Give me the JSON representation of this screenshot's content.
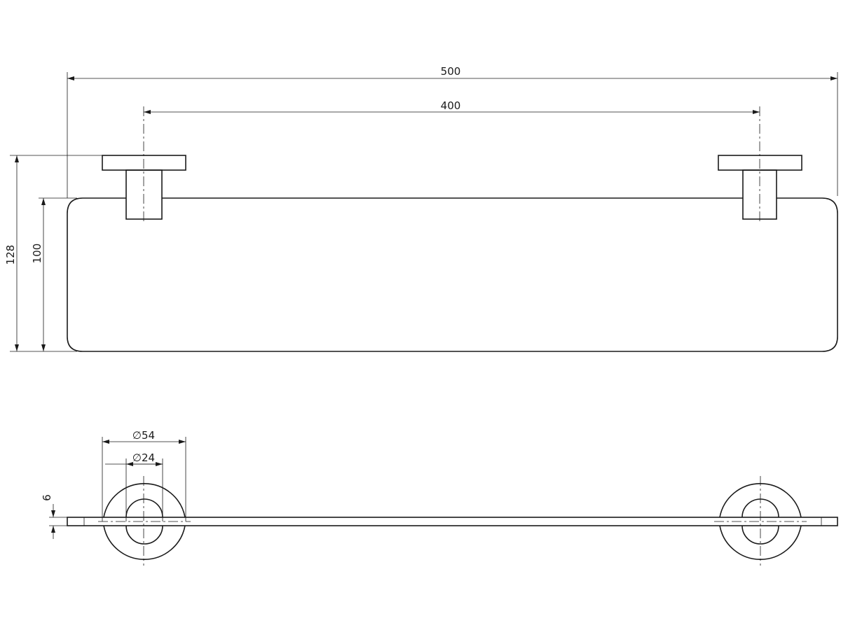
{
  "dimensions": {
    "overall_width": "500",
    "bracket_spacing": "400",
    "overall_depth": "128",
    "shelf_depth": "100",
    "flange_diameter": "∅54",
    "post_diameter": "∅24",
    "glass_thickness": "6"
  }
}
